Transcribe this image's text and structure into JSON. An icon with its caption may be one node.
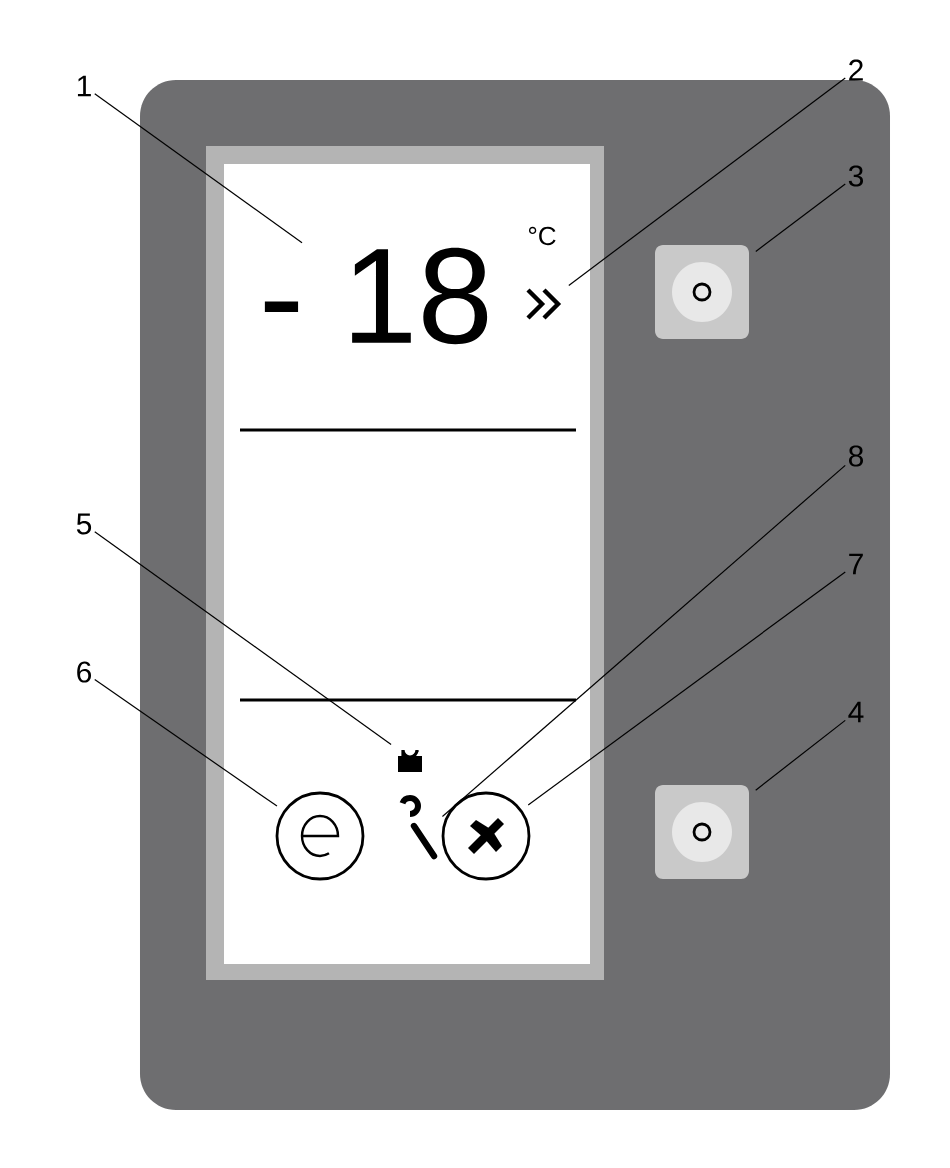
{
  "diagram": {
    "nodes": [
      {
        "text": [
          "1"
        ]
      },
      {
        "text": [
          "2"
        ]
      },
      {
        "text": [
          "3"
        ]
      },
      {
        "text": [
          "- 18"
        ]
      },
      {
        "text": [],
        "shape": "chevron"
      },
      {
        "text": [],
        "shape": "box"
      },
      {
        "text": [
          "8"
        ]
      },
      {
        "text": [
          "5"
        ]
      },
      {
        "text": [
          "7"
        ]
      },
      {
        "text": [],
        "shape": "lock"
      },
      {
        "text": [
          "6"
        ]
      },
      {
        "text": [
          "4"
        ]
      },
      {
        "text": [],
        "shape": "circle"
      },
      {
        "text": [],
        "shape": "wrench"
      },
      {
        "text": [],
        "shape": "circle"
      },
      {
        "text": [],
        "shape": "box"
      }
    ],
    "edges": [
      {
        "from": 0,
        "to": 3,
        "arrow": "none"
      },
      {
        "from": 1,
        "to": 4,
        "arrow": "none"
      },
      {
        "from": 2,
        "to": 5,
        "arrow": "none"
      },
      {
        "from": 6,
        "to": 13,
        "arrow": "none"
      },
      {
        "from": 7,
        "to": 9,
        "arrow": "none"
      },
      {
        "from": 8,
        "to": 14,
        "arrow": "none"
      },
      {
        "from": 10,
        "to": 12,
        "arrow": "none"
      },
      {
        "from": 11,
        "to": 15,
        "arrow": "none"
      }
    ],
    "labels": [
      "°C"
    ]
  }
}
